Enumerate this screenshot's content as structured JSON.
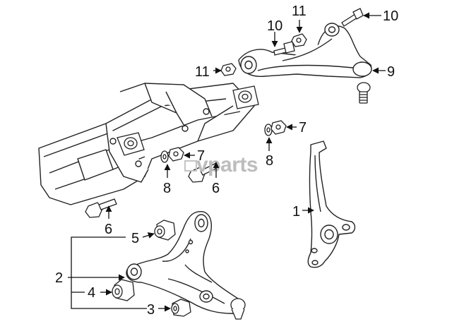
{
  "watermark": {
    "text": "vparts"
  },
  "callouts": [
    {
      "id": "lbl-10-top",
      "number": "10"
    },
    {
      "id": "lbl-10-left",
      "number": "10"
    },
    {
      "id": "lbl-11-top",
      "number": "11"
    },
    {
      "id": "lbl-11-left",
      "number": "11"
    },
    {
      "id": "lbl-9",
      "number": "9"
    },
    {
      "id": "lbl-7-right",
      "number": "7"
    },
    {
      "id": "lbl-8-right",
      "number": "8"
    },
    {
      "id": "lbl-7-mid",
      "number": "7"
    },
    {
      "id": "lbl-8-mid",
      "number": "8"
    },
    {
      "id": "lbl-6-mid",
      "number": "6"
    },
    {
      "id": "lbl-6-left",
      "number": "6"
    },
    {
      "id": "lbl-5",
      "number": "5"
    },
    {
      "id": "lbl-1",
      "number": "1"
    },
    {
      "id": "lbl-2",
      "number": "2"
    },
    {
      "id": "lbl-4",
      "number": "4"
    },
    {
      "id": "lbl-3",
      "number": "3"
    }
  ]
}
